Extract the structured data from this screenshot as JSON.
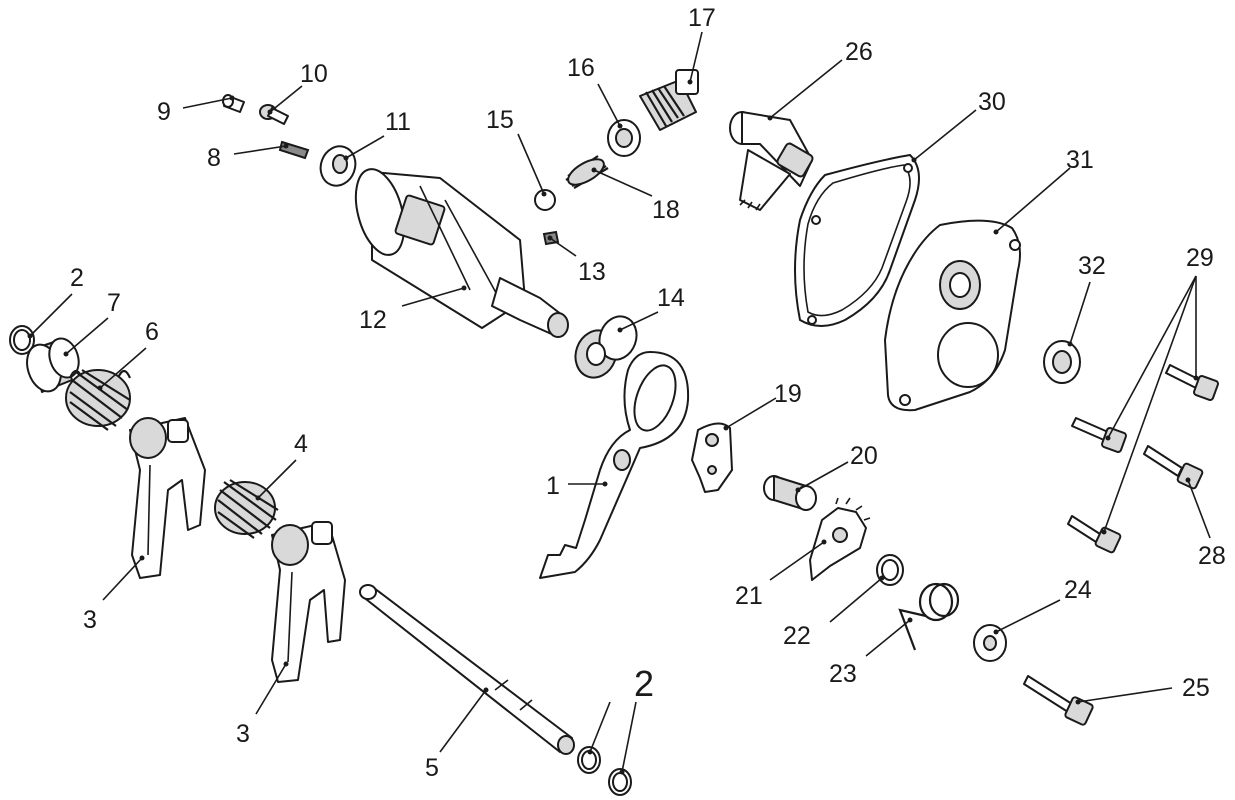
{
  "labels": {
    "p1": "1",
    "p2a": "2",
    "p2b": "2",
    "p3a": "3",
    "p3b": "3",
    "p4": "4",
    "p5": "5",
    "p6": "6",
    "p7": "7",
    "p8": "8",
    "p9": "9",
    "p10": "10",
    "p11": "11",
    "p12": "12",
    "p13": "13",
    "p14": "14",
    "p15": "15",
    "p16": "16",
    "p17": "17",
    "p18": "18",
    "p19": "19",
    "p20": "20",
    "p21": "21",
    "p22": "22",
    "p23": "23",
    "p24": "24",
    "p25": "25",
    "p26": "26",
    "p28": "28",
    "p29": "29",
    "p30": "30",
    "p31": "31",
    "p32": "32"
  }
}
